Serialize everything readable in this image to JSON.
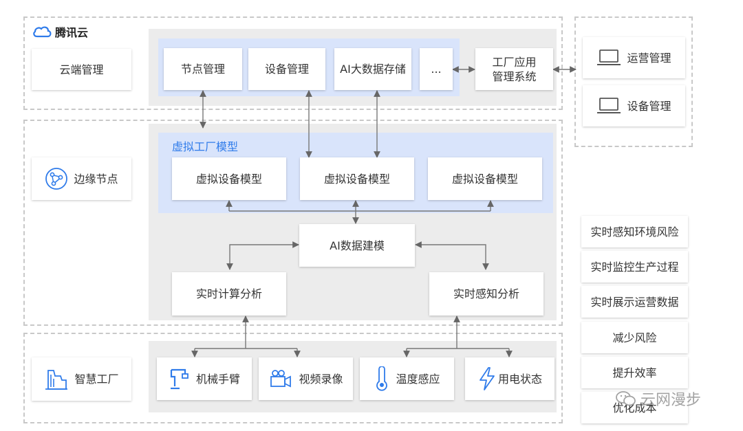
{
  "logo": {
    "text": "腾讯云",
    "icon": "tencent-cloud-icon"
  },
  "cloud": {
    "cloud_management": "云端管理",
    "services": [
      "节点管理",
      "设备管理",
      "AI大数据存储",
      "..."
    ],
    "factory_system": "工厂应用\n管理系统",
    "right_panel": [
      {
        "label": "运营管理",
        "icon": "laptop-icon"
      },
      {
        "label": "设备管理",
        "icon": "laptop-icon"
      }
    ]
  },
  "edge": {
    "edge_node": {
      "label": "边缘节点",
      "icon": "share-node-icon"
    },
    "virtual_factory_title": "虚拟工厂模型",
    "virtual_models": [
      "虚拟设备模型",
      "虚拟设备模型",
      "虚拟设备模型"
    ],
    "ai_modeling": "AI数据建模",
    "realtime_compute": "实时计算分析",
    "realtime_sense": "实时感知分析"
  },
  "factory": {
    "smart_factory": {
      "label": "智慧工厂",
      "icon": "factory-building-icon"
    },
    "devices": [
      {
        "label": "机械手臂",
        "icon": "robot-arm-icon"
      },
      {
        "label": "视频录像",
        "icon": "video-camera-icon"
      },
      {
        "label": "温度感应",
        "icon": "thermometer-icon"
      },
      {
        "label": "用电状态",
        "icon": "lightning-icon"
      }
    ]
  },
  "benefits": [
    "实时感知环境风险",
    "实时监控生产过程",
    "实时展示运营数据",
    "减少风险",
    "提升效率",
    "优化成本"
  ],
  "watermark": "云网漫步",
  "colors": {
    "accent": "#2f7bea",
    "panel_blue": "#d9e4fb",
    "panel_gray": "#ececec"
  }
}
